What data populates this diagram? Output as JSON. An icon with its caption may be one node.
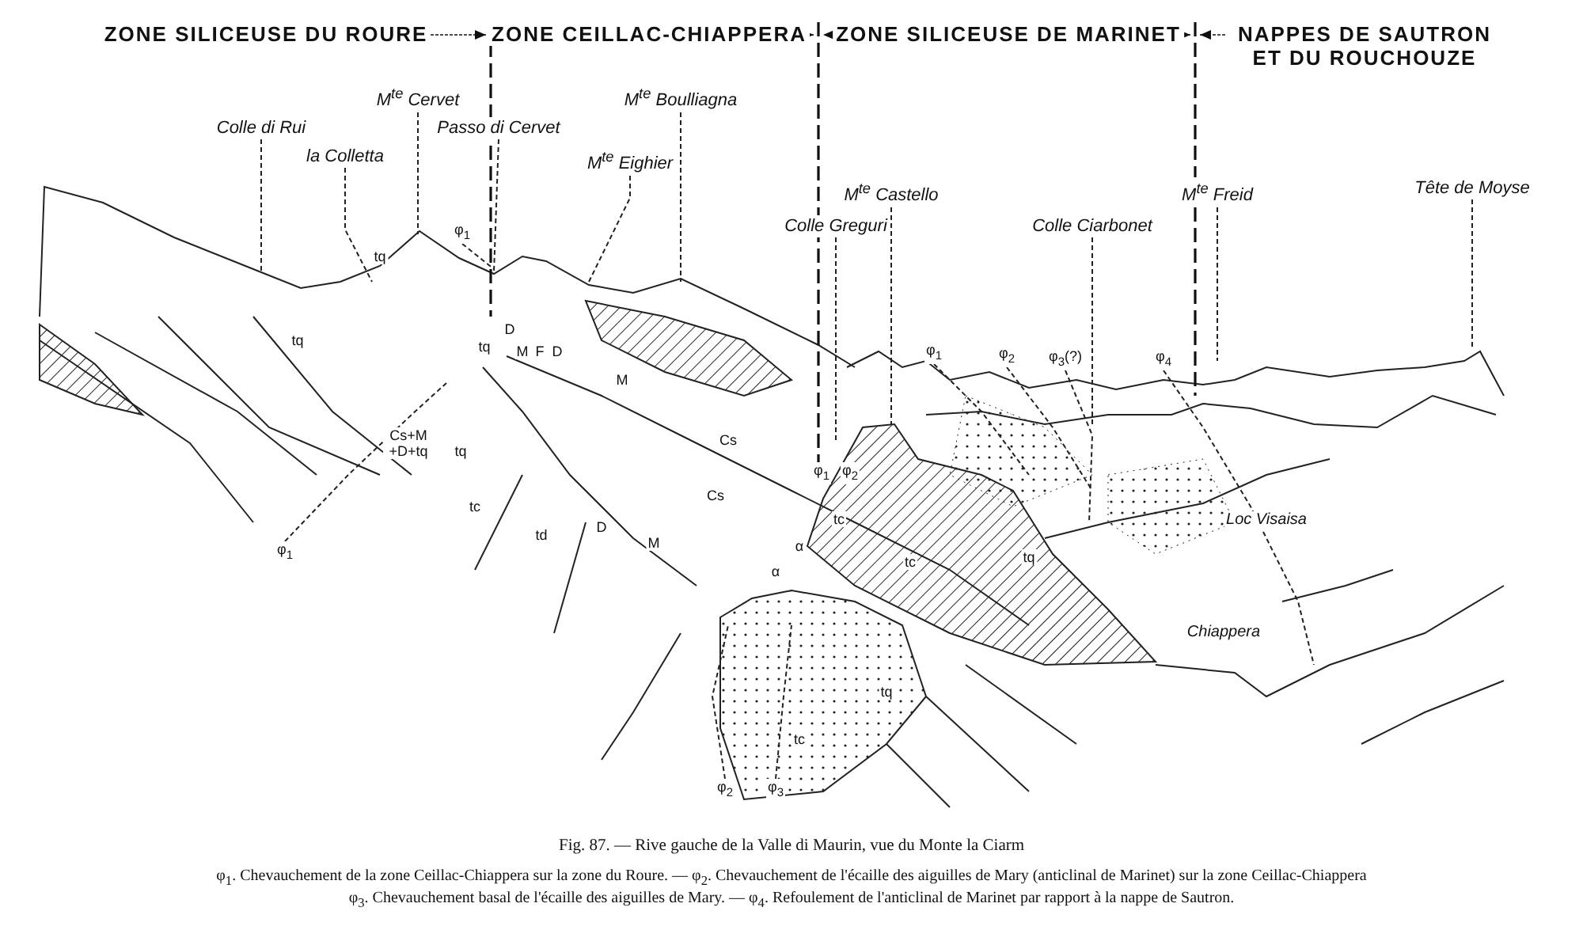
{
  "diagram": {
    "caption": "Fig. 87. — Rive gauche de la Valle di Maurin, vue du Monte la Ciarm",
    "nodes": [
      {
        "text": [
          "Colle di Rui"
        ]
      },
      {
        "text": [
          "la Colletta"
        ]
      },
      {
        "text": [
          "M$^{te}$ Cervet"
        ]
      },
      {
        "text": [
          "Passo di Cervet"
        ]
      },
      {
        "text": [
          "M$^{te}$ Boulliagna"
        ]
      },
      {
        "text": [
          "M$^{te}$ Eighier"
        ]
      },
      {
        "text": [
          "M$^{te}$ Castello"
        ]
      },
      {
        "text": [
          "Colle Greguri"
        ]
      },
      {
        "text": [
          "Colle Ciarbonet"
        ]
      },
      {
        "text": [
          "M$^{te}$ Freid"
        ]
      },
      {
        "text": [
          "Tête de Moyse"
        ]
      },
      {
        "text": [
          "φ$_{1}$"
        ]
      },
      {
        "text": [
          "φ$_{1}$"
        ]
      },
      {
        "text": [
          "φ$_{2}$"
        ]
      },
      {
        "text": [
          "φ$_{3}$(?)"
        ]
      },
      {
        "text": [
          "φ$_{4}$"
        ]
      },
      {
        "text": [
          "φ$_{1}$"
        ]
      },
      {
        "text": [
          "φ$_{2}$"
        ]
      },
      {
        "text": [
          "φ$_{3}$"
        ]
      }
    ],
    "edges": [
      {
        "from": 0,
        "to": null,
        "arrow": "none",
        "style": "dashed"
      },
      {
        "from": 1,
        "to": null,
        "arrow": "none",
        "style": "dashed"
      },
      {
        "from": 2,
        "to": null,
        "arrow": "none",
        "style": "dashed"
      },
      {
        "from": 3,
        "to": null,
        "arrow": "none",
        "style": "dashed"
      },
      {
        "from": 4,
        "to": null,
        "arrow": "none",
        "style": "dashed"
      },
      {
        "from": 5,
        "to": null,
        "arrow": "none",
        "style": "dashed"
      },
      {
        "from": 6,
        "to": null,
        "arrow": "none",
        "style": "dashed"
      },
      {
        "from": 7,
        "to": null,
        "arrow": "none",
        "style": "dashed"
      },
      {
        "from": 8,
        "to": null,
        "arrow": "none",
        "style": "dashed"
      },
      {
        "from": 9,
        "to": null,
        "arrow": "none",
        "style": "dashed"
      },
      {
        "from": 10,
        "to": null,
        "arrow": "none",
        "style": "dashed"
      },
      {
        "from": 11,
        "to": null,
        "arrow": "none",
        "style": "dashed"
      },
      {
        "from": 12,
        "to": null,
        "arrow": "none",
        "style": "dashed"
      },
      {
        "from": 13,
        "to": null,
        "arrow": "none",
        "style": "dashed"
      },
      {
        "from": 14,
        "to": null,
        "arrow": "none",
        "style": "dashed"
      },
      {
        "from": 15,
        "to": null,
        "arrow": "none",
        "style": "dashed"
      },
      {
        "from": 16,
        "to": null,
        "arrow": "none",
        "style": "dashed"
      },
      {
        "from": 17,
        "to": null,
        "arrow": "none",
        "style": "dashed"
      },
      {
        "from": 18,
        "to": null,
        "arrow": "none",
        "style": "dashed"
      }
    ],
    "labels": [
      "ZONE SILICEUSE DU ROURE",
      "ZONE CEILLAC-CHIAPPERA",
      "ZONE SILICEUSE DE MARINET",
      "NAPPES DE SAUTRON ET DU ROUCHOUZE",
      "tq",
      "tq",
      "D",
      "tq",
      "M",
      "F",
      "D",
      "M",
      "Cs+M +D+tq",
      "tq",
      "Cs",
      "φ$_{1}$",
      "φ$_{2}$",
      "tc",
      "Cs",
      "tc",
      "Loc Visaisa",
      "td",
      "D",
      "M",
      "tc",
      "tq",
      "α",
      "α",
      "Chiappera",
      "tq",
      "tc",
      "φ$_{1}$. Chevauchement de la zone Ceillac-Chiappera sur la zone du Roure. — φ$_{2}$. Chevauchement de l'écaille des aiguilles de Mary (anticlinal de Marinet) sur la zone Ceillac-Chiappera",
      "φ$_{3}$. Chevauchement basal de l'écaille des aiguilles de Mary. — φ$_{4}$. Refoulement de l'anticlinal de Marinet par rapport à la nappe de Sautron."
    ]
  }
}
